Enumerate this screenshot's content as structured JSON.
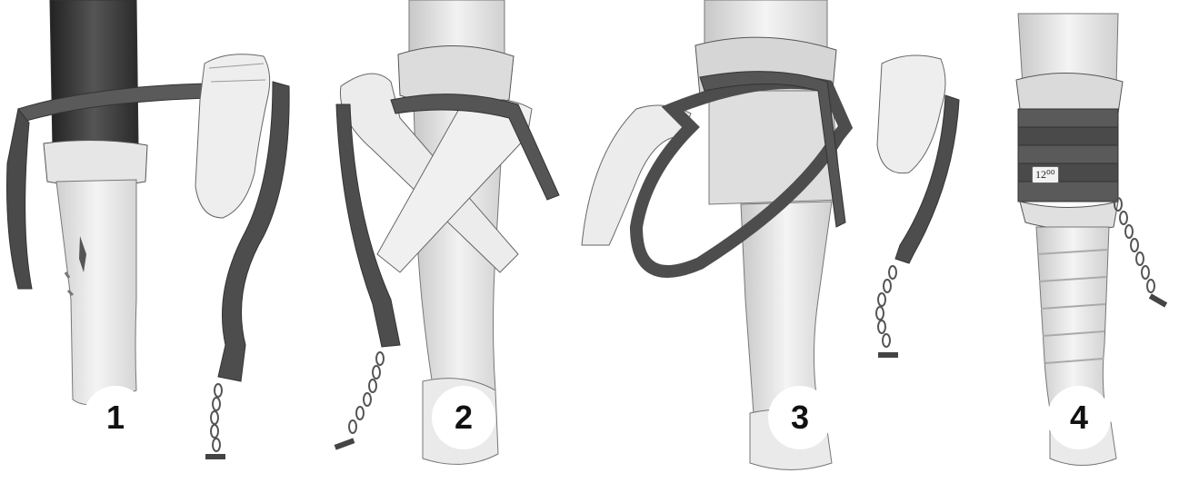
{
  "steps": [
    {
      "number": "1"
    },
    {
      "number": "2"
    },
    {
      "number": "3"
    },
    {
      "number": "4"
    }
  ],
  "tourniquet_time_label": "12⁰⁰",
  "colors": {
    "strap": "#4d4d4d",
    "skin": "#e8e8e8",
    "sleeve_dark": "#3a3a3a",
    "sleeve_light": "#cfcfcf",
    "outline": "#555555"
  }
}
